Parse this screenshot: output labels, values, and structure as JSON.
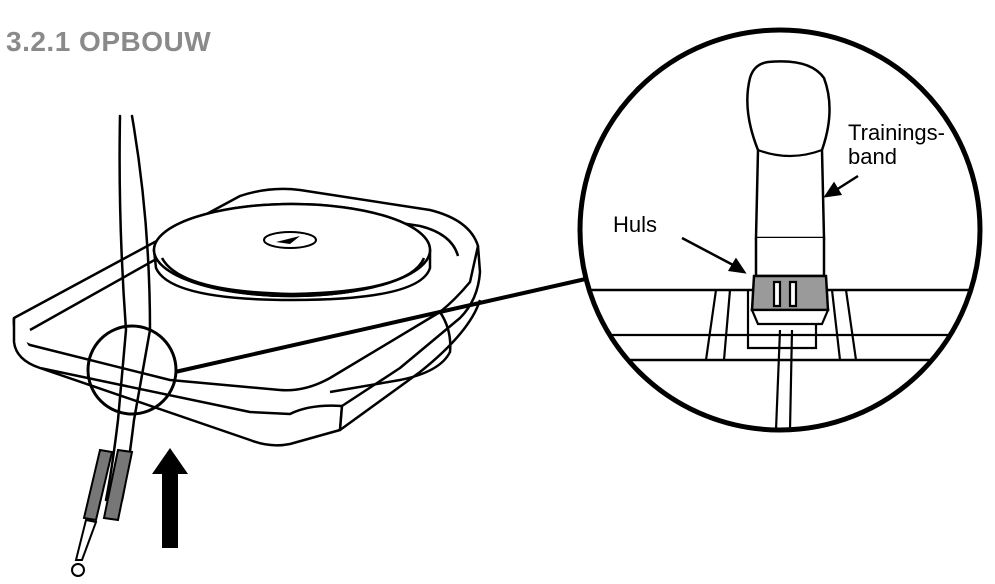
{
  "heading": "3.2.1 OPBOUW",
  "labels": {
    "band_line1": "Trainings-",
    "band_line2": "band",
    "sleeve": "Huls"
  },
  "colors": {
    "heading": "#8a8a8a",
    "line": "#000000",
    "sleeve_fill": "#9a9a9a",
    "dark_fill": "#555555"
  }
}
